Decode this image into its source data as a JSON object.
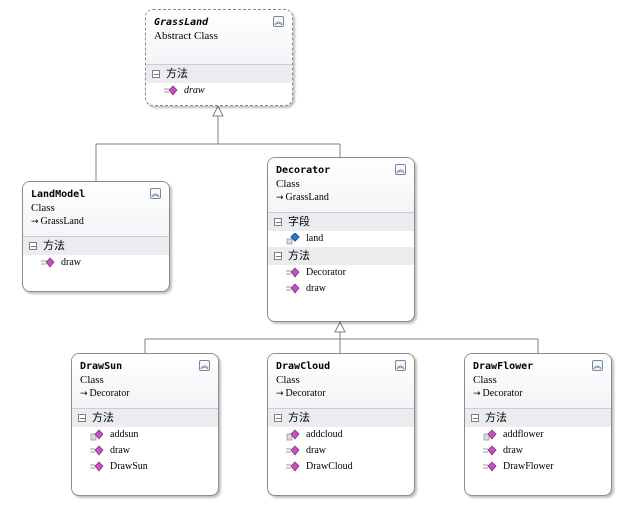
{
  "diagram": {
    "classes": {
      "grassland": {
        "name": "GrassLand",
        "kind": "Abstract Class",
        "sections": [
          {
            "title": "方法",
            "members": [
              {
                "label": "draw",
                "icon": "method-icon"
              }
            ]
          }
        ]
      },
      "landmodel": {
        "name": "LandModel",
        "kind": "Class",
        "parent": "GrassLand",
        "sections": [
          {
            "title": "方法",
            "members": [
              {
                "label": "draw",
                "icon": "method-icon"
              }
            ]
          }
        ]
      },
      "decorator": {
        "name": "Decorator",
        "kind": "Class",
        "parent": "GrassLand",
        "sections": [
          {
            "title": "字段",
            "members": [
              {
                "label": "land",
                "icon": "field-icon"
              }
            ]
          },
          {
            "title": "方法",
            "members": [
              {
                "label": "Decorator",
                "icon": "method-icon"
              },
              {
                "label": "draw",
                "icon": "method-icon"
              }
            ]
          }
        ]
      },
      "drawsun": {
        "name": "DrawSun",
        "kind": "Class",
        "parent": "Decorator",
        "sections": [
          {
            "title": "方法",
            "members": [
              {
                "label": "addsun",
                "icon": "private-method-icon"
              },
              {
                "label": "draw",
                "icon": "method-icon"
              },
              {
                "label": "DrawSun",
                "icon": "method-icon"
              }
            ]
          }
        ]
      },
      "drawcloud": {
        "name": "DrawCloud",
        "kind": "Class",
        "parent": "Decorator",
        "sections": [
          {
            "title": "方法",
            "members": [
              {
                "label": "addcloud",
                "icon": "private-method-icon"
              },
              {
                "label": "draw",
                "icon": "method-icon"
              },
              {
                "label": "DrawCloud",
                "icon": "method-icon"
              }
            ]
          }
        ]
      },
      "drawflower": {
        "name": "DrawFlower",
        "kind": "Class",
        "parent": "Decorator",
        "sections": [
          {
            "title": "方法",
            "members": [
              {
                "label": "addflower",
                "icon": "private-method-icon"
              },
              {
                "label": "draw",
                "icon": "method-icon"
              },
              {
                "label": "DrawFlower",
                "icon": "method-icon"
              }
            ]
          }
        ]
      }
    },
    "colors": {
      "method_icon": "#c64fc4",
      "field_icon": "#2f6fd6",
      "connector": "#808080"
    }
  }
}
